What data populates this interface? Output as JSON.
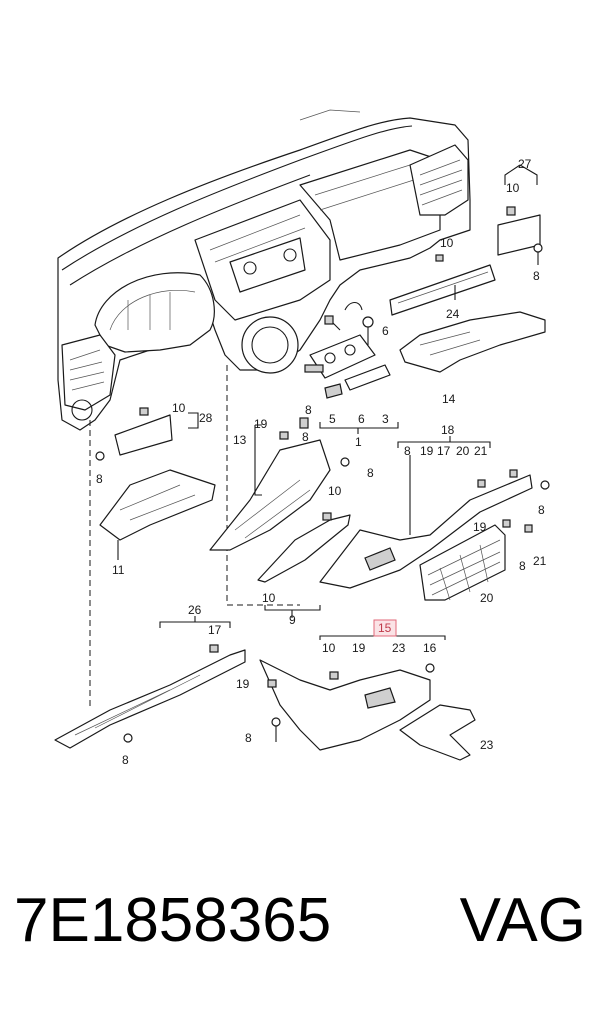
{
  "callouts": [
    {
      "id": "c27",
      "text": "27"
    },
    {
      "id": "c10a",
      "text": "10"
    },
    {
      "id": "c8a",
      "text": "8"
    },
    {
      "id": "c10b",
      "text": "10"
    },
    {
      "id": "c24",
      "text": "24"
    },
    {
      "id": "c6a",
      "text": "6"
    },
    {
      "id": "c14",
      "text": "14"
    },
    {
      "id": "c8b",
      "text": "8"
    },
    {
      "id": "c5",
      "text": "5"
    },
    {
      "id": "c6b",
      "text": "6"
    },
    {
      "id": "c3",
      "text": "3"
    },
    {
      "id": "c1",
      "text": "1"
    },
    {
      "id": "c10c",
      "text": "10"
    },
    {
      "id": "c28",
      "text": "28"
    },
    {
      "id": "c8c",
      "text": "8"
    },
    {
      "id": "c19a",
      "text": "19"
    },
    {
      "id": "c8d",
      "text": "8"
    },
    {
      "id": "c13",
      "text": "13"
    },
    {
      "id": "c8e",
      "text": "8"
    },
    {
      "id": "c10d",
      "text": "10"
    },
    {
      "id": "c11",
      "text": "11"
    },
    {
      "id": "c10e",
      "text": "10"
    },
    {
      "id": "c9",
      "text": "9"
    },
    {
      "id": "c18",
      "text": "18"
    },
    {
      "id": "c8f",
      "text": "8"
    },
    {
      "id": "c19b",
      "text": "19"
    },
    {
      "id": "c17a",
      "text": "17"
    },
    {
      "id": "c20a",
      "text": "20"
    },
    {
      "id": "c21a",
      "text": "21"
    },
    {
      "id": "c8g",
      "text": "8"
    },
    {
      "id": "c19c",
      "text": "19"
    },
    {
      "id": "c8h",
      "text": "8"
    },
    {
      "id": "c21b",
      "text": "21"
    },
    {
      "id": "c20b",
      "text": "20"
    },
    {
      "id": "c26",
      "text": "26"
    },
    {
      "id": "c17b",
      "text": "17"
    },
    {
      "id": "c10f",
      "text": "10"
    },
    {
      "id": "c19d",
      "text": "19"
    },
    {
      "id": "c23a",
      "text": "23"
    },
    {
      "id": "c16",
      "text": "16"
    },
    {
      "id": "c19e",
      "text": "19"
    },
    {
      "id": "c8i",
      "text": "8"
    },
    {
      "id": "c8j",
      "text": "8"
    },
    {
      "id": "c23b",
      "text": "23"
    }
  ],
  "highlight": {
    "text": "15"
  },
  "footer": {
    "part_number": "7E1858365",
    "brand": "VAG"
  }
}
